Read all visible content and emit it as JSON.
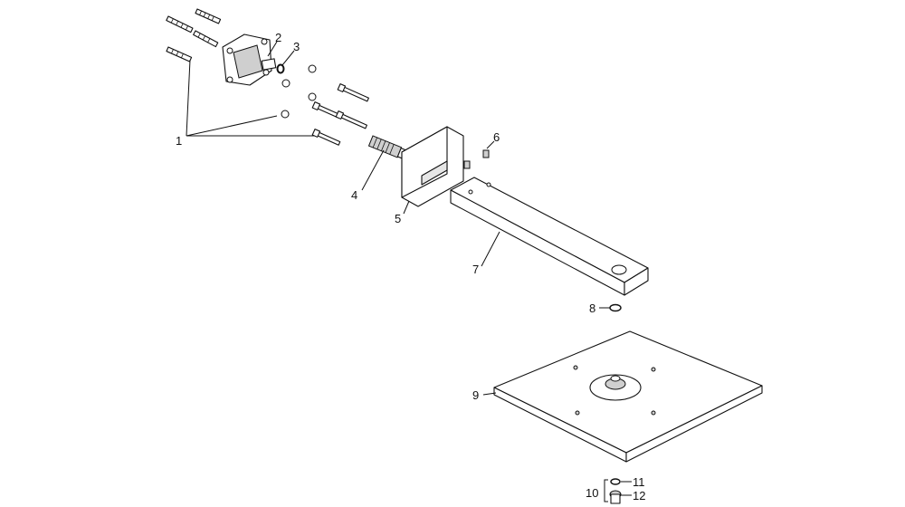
{
  "diagram": {
    "type": "exploded-parts-diagram",
    "stroke_color": "#111111",
    "background": "#ffffff",
    "callouts": [
      {
        "id": "1",
        "label": "1"
      },
      {
        "id": "2",
        "label": "2"
      },
      {
        "id": "3",
        "label": "3"
      },
      {
        "id": "4",
        "label": "4"
      },
      {
        "id": "5",
        "label": "5"
      },
      {
        "id": "6",
        "label": "6"
      },
      {
        "id": "7",
        "label": "7"
      },
      {
        "id": "8",
        "label": "8"
      },
      {
        "id": "9",
        "label": "9"
      },
      {
        "id": "10",
        "label": "10"
      },
      {
        "id": "11",
        "label": "11"
      },
      {
        "id": "12",
        "label": "12"
      }
    ]
  }
}
